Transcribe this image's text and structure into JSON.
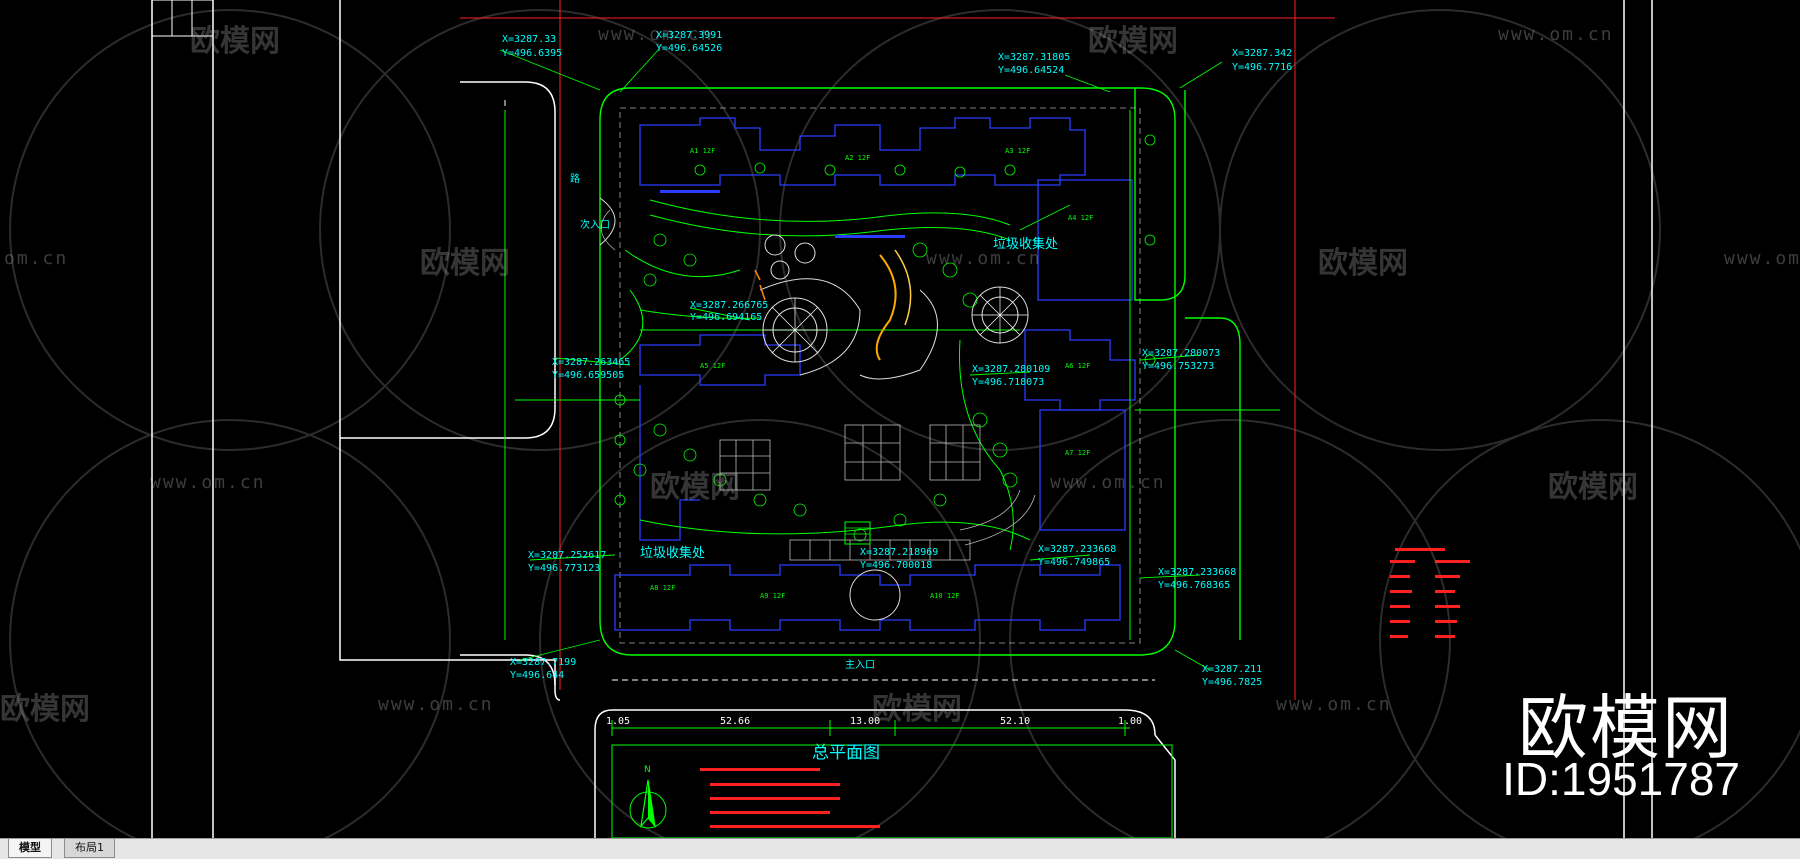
{
  "drawing": {
    "title": "总平面图",
    "labels": {
      "recycle_top": "垃圾收集处",
      "recycle_bottom": "垃圾收集处",
      "entrance": "次入口",
      "main_entrance": "主入口",
      "road": "路"
    },
    "coords": [
      "X=3287.33",
      "Y=496.6395",
      "X=3287.3991",
      "Y=496.64526",
      "X=3287.31805",
      "Y=496.64524",
      "X=3287.342",
      "Y=496.7716",
      "X=3287.266765",
      "Y=496.694165",
      "X=3287.263465",
      "Y=496.659505",
      "X=3287.280109",
      "Y=496.718073",
      "X=3287.280073",
      "Y=496.753273",
      "X=3287.252617",
      "Y=496.773123",
      "X=3287.233668",
      "Y=496.749865",
      "X=3287.233668",
      "Y=496.768365",
      "X=3287.218969",
      "Y=496.700018",
      "X=3287.7199",
      "Y=496.644",
      "X=3287.211",
      "Y=496.7825"
    ],
    "dimensions": [
      "1.05",
      "52.66",
      "13.00",
      "52.10",
      "1.00"
    ],
    "buildings": [
      "A1 12F",
      "A2 12F",
      "A3 12F",
      "A4 12F",
      "A5 12F",
      "A6 12F",
      "A7 12F",
      "A8 12F",
      "A9 12F",
      "A10 12F"
    ],
    "north": "N"
  },
  "watermark": {
    "brand": "欧模网",
    "id": "ID:1951787",
    "text": "欧模网",
    "url": "www.om.cn",
    "url_partial": "om.cn"
  },
  "tabs": [
    {
      "label": "模型",
      "active": true
    },
    {
      "label": "布局1",
      "active": false
    }
  ],
  "colors": {
    "background": "#000000",
    "green": "#00ff00",
    "blue": "#2a3cff",
    "cyan": "#00ffff",
    "white": "#ffffff",
    "red": "#ff2020"
  }
}
